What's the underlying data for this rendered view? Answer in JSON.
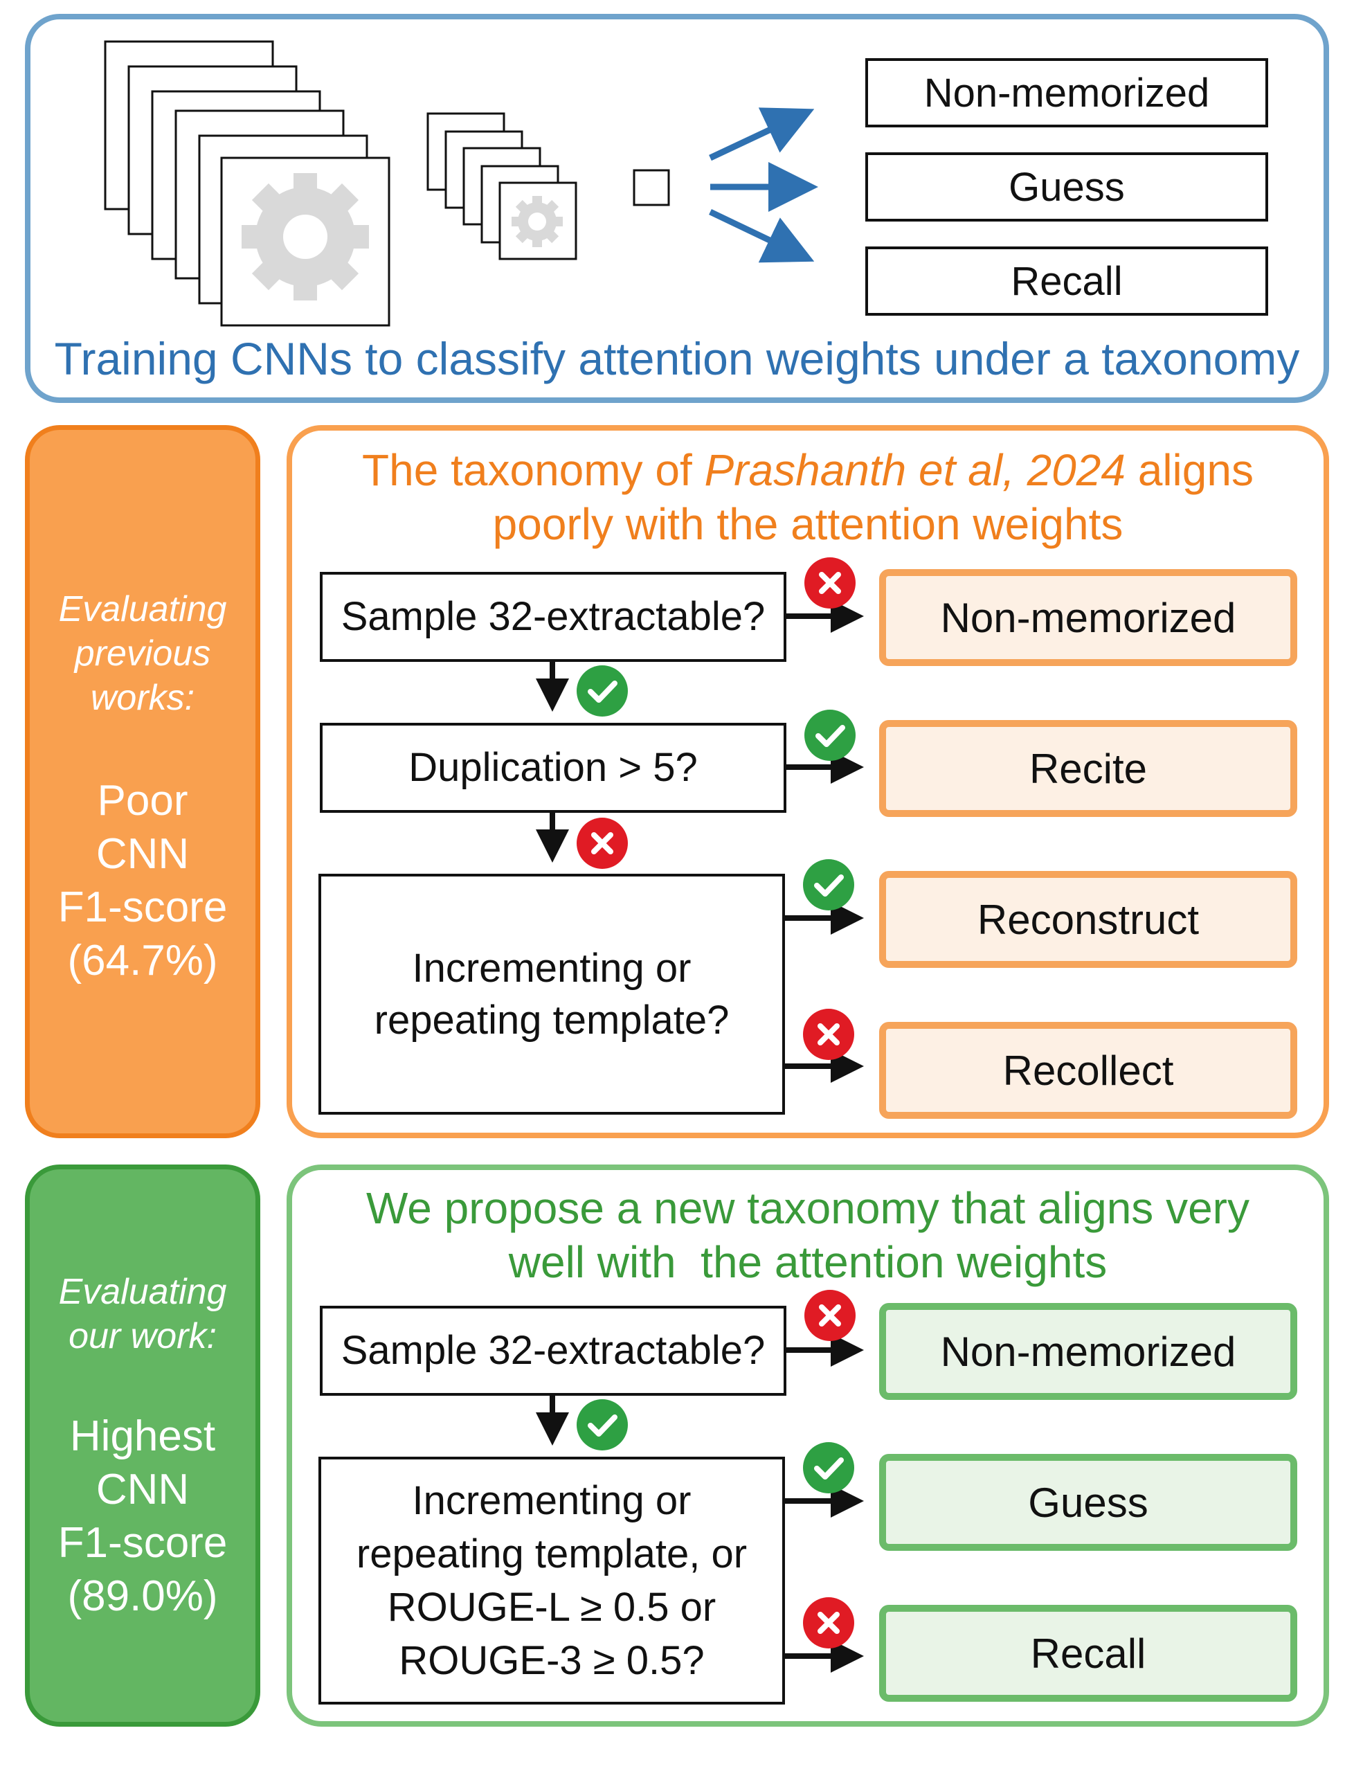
{
  "top_panel": {
    "classes": [
      "Non-memorized",
      "Guess",
      "Recall"
    ],
    "caption": "Training CNNs to classify attention weights under a taxonomy"
  },
  "prior_section": {
    "side": {
      "evaluating": [
        "Evaluating",
        "previous",
        "works:"
      ],
      "metric": [
        "Poor",
        "CNN",
        "F1-score",
        "(64.7%)"
      ]
    },
    "title": {
      "line1_before": "The taxonomy of ",
      "line1_citation": "Prashanth et al, 2024",
      "line1_after": " aligns",
      "line2": "poorly with the attention weights"
    },
    "questions": {
      "q1": "Sample 32-extractable?",
      "q2": "Duplication > 5?",
      "q3": [
        "Incrementing or",
        "repeating template?"
      ]
    },
    "outcomes": [
      "Non-memorized",
      "Recite",
      "Reconstruct",
      "Recollect"
    ]
  },
  "ours_section": {
    "side": {
      "evaluating": [
        "Evaluating",
        "our work:"
      ],
      "metric": [
        "Highest",
        "CNN",
        "F1-score",
        "(89.0%)"
      ]
    },
    "title": {
      "line1": "We propose a new taxonomy that aligns very",
      "line2": "well with  the attention weights"
    },
    "questions": {
      "q1": "Sample 32-extractable?",
      "q2": [
        "Incrementing or",
        "repeating template, or",
        "ROUGE-L ≥ 0.5 or",
        "ROUGE-3 ≥ 0.5?"
      ]
    },
    "outcomes": [
      "Non-memorized",
      "Guess",
      "Recall"
    ]
  },
  "colors": {
    "blue": "#2f71b1",
    "blue_border": "#6fa3cc",
    "orange": "#f07f1d",
    "orange_fill": "#f9a04f",
    "green": "#3a9a3a",
    "green_fill": "#63b662",
    "yes": "#2ea043",
    "no": "#e01b24"
  },
  "icons": [
    "gear-icon",
    "check-icon",
    "cross-icon",
    "arrow-icon"
  ]
}
